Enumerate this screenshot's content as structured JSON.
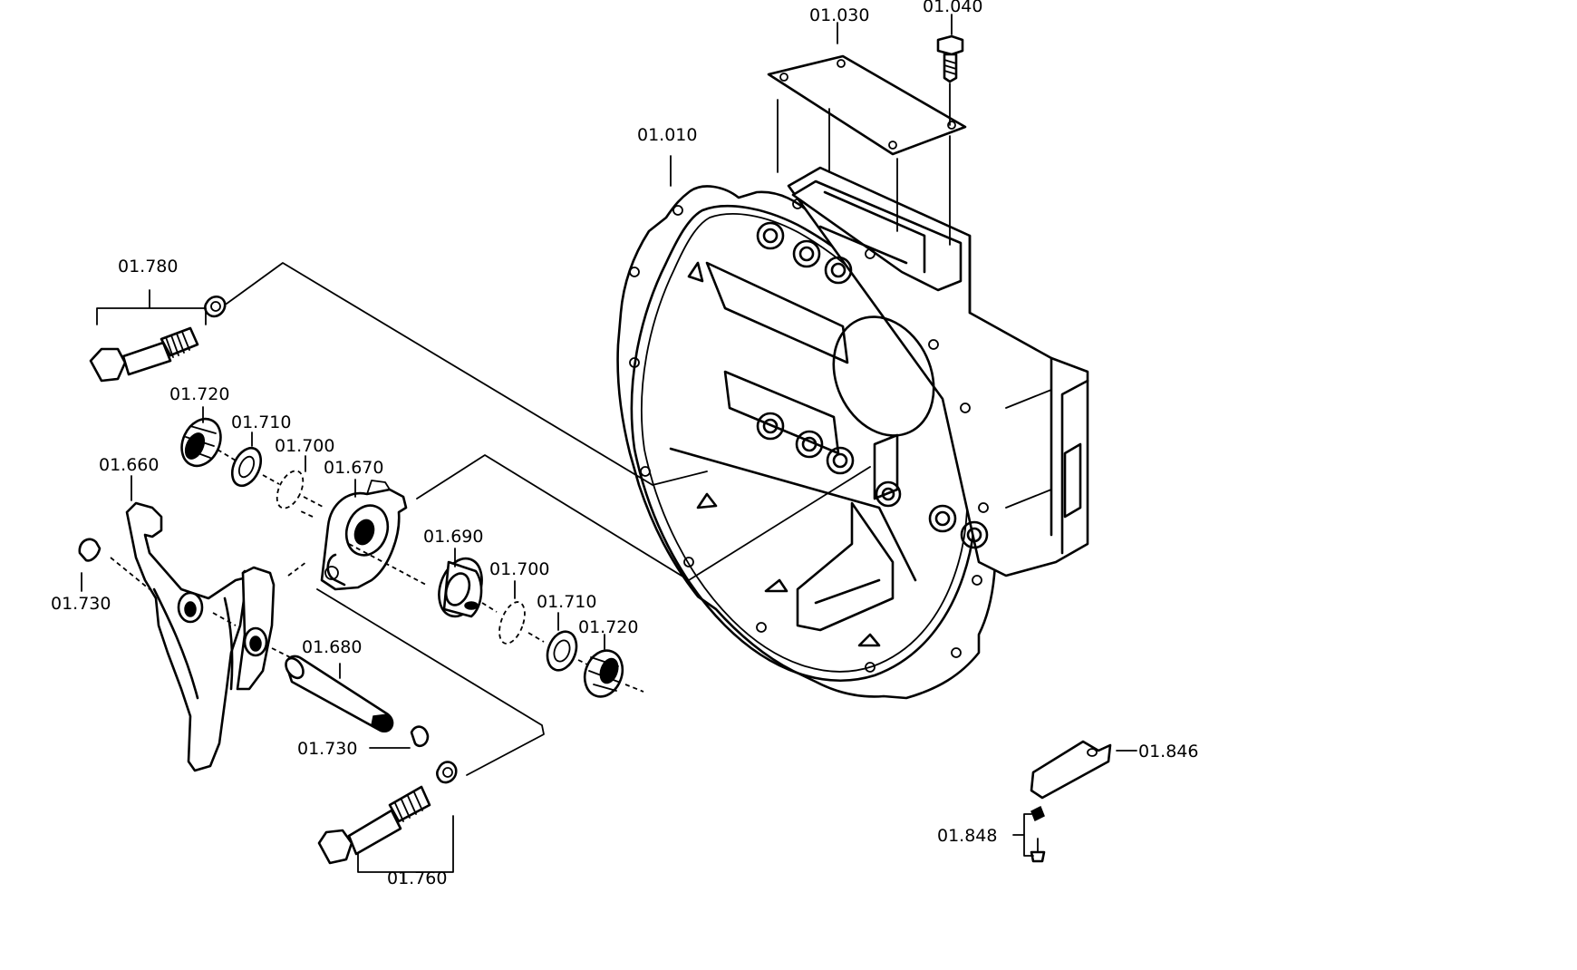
{
  "labels": {
    "p01010": "01.010",
    "p01030": "01.030",
    "p01040": "01.040",
    "p01660": "01.660",
    "p01670": "01.670",
    "p01680": "01.680",
    "p01690": "01.690",
    "p01700a": "01.700",
    "p01700b": "01.700",
    "p01710a": "01.710",
    "p01710b": "01.710",
    "p01720a": "01.720",
    "p01720b": "01.720",
    "p01730a": "01.730",
    "p01730b": "01.730",
    "p01760": "01.760",
    "p01780": "01.780",
    "p01846": "01.846",
    "p01848": "01.848"
  }
}
